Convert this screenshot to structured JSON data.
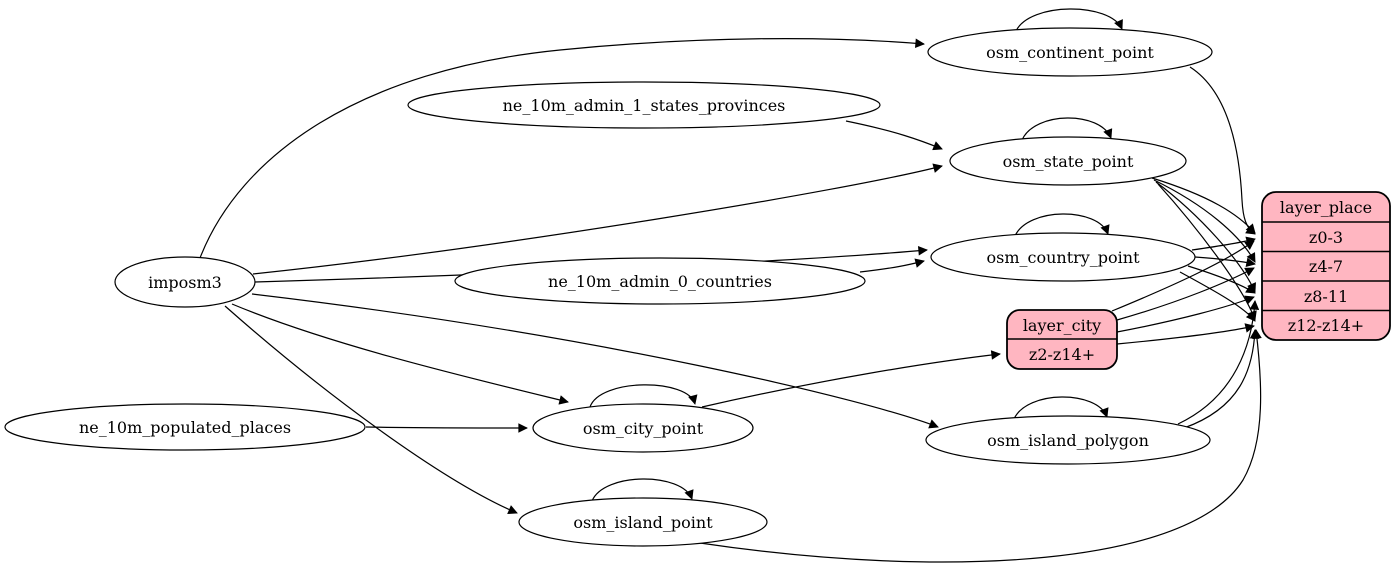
{
  "diagram": {
    "kind": "etl-dependency-graph",
    "colors": {
      "background": "#ffffff",
      "node_fill": "#ffffff",
      "record_fill": "#ffb6c1",
      "stroke": "#000000"
    },
    "nodes": [
      {
        "id": "imposm3",
        "label": "imposm3",
        "shape": "ellipse"
      },
      {
        "id": "ne_10m_admin_1_states_provinces",
        "label": "ne_10m_admin_1_states_provinces",
        "shape": "ellipse"
      },
      {
        "id": "ne_10m_admin_0_countries",
        "label": "ne_10m_admin_0_countries",
        "shape": "ellipse"
      },
      {
        "id": "ne_10m_populated_places",
        "label": "ne_10m_populated_places",
        "shape": "ellipse"
      },
      {
        "id": "osm_continent_point",
        "label": "osm_continent_point",
        "shape": "ellipse"
      },
      {
        "id": "osm_state_point",
        "label": "osm_state_point",
        "shape": "ellipse"
      },
      {
        "id": "osm_country_point",
        "label": "osm_country_point",
        "shape": "ellipse"
      },
      {
        "id": "osm_city_point",
        "label": "osm_city_point",
        "shape": "ellipse"
      },
      {
        "id": "osm_island_polygon",
        "label": "osm_island_polygon",
        "shape": "ellipse"
      },
      {
        "id": "osm_island_point",
        "label": "osm_island_point",
        "shape": "ellipse"
      }
    ],
    "record_nodes": [
      {
        "id": "layer_city",
        "title": "layer_city",
        "rows": [
          "z2-z14+"
        ]
      },
      {
        "id": "layer_place",
        "title": "layer_place",
        "rows": [
          "z0-3",
          "z4-7",
          "z8-11",
          "z12-z14+"
        ]
      }
    ],
    "edges": [
      {
        "from": "imposm3",
        "to": "osm_continent_point"
      },
      {
        "from": "imposm3",
        "to": "osm_state_point"
      },
      {
        "from": "imposm3",
        "to": "osm_country_point"
      },
      {
        "from": "imposm3",
        "to": "osm_city_point"
      },
      {
        "from": "imposm3",
        "to": "osm_island_polygon"
      },
      {
        "from": "imposm3",
        "to": "osm_island_point"
      },
      {
        "from": "ne_10m_admin_1_states_provinces",
        "to": "osm_state_point"
      },
      {
        "from": "ne_10m_admin_0_countries",
        "to": "osm_country_point"
      },
      {
        "from": "ne_10m_populated_places",
        "to": "osm_city_point"
      },
      {
        "from": "osm_continent_point",
        "to": "osm_continent_point"
      },
      {
        "from": "osm_state_point",
        "to": "osm_state_point"
      },
      {
        "from": "osm_country_point",
        "to": "osm_country_point"
      },
      {
        "from": "osm_city_point",
        "to": "osm_city_point"
      },
      {
        "from": "osm_island_polygon",
        "to": "osm_island_polygon"
      },
      {
        "from": "osm_island_point",
        "to": "osm_island_point"
      },
      {
        "from": "osm_continent_point",
        "to": "layer_place:z0-3"
      },
      {
        "from": "osm_state_point",
        "to": "layer_place:z0-3"
      },
      {
        "from": "osm_state_point",
        "to": "layer_place:z4-7"
      },
      {
        "from": "osm_state_point",
        "to": "layer_place:z8-11"
      },
      {
        "from": "osm_state_point",
        "to": "layer_place:z12-z14+"
      },
      {
        "from": "osm_country_point",
        "to": "layer_place:z0-3"
      },
      {
        "from": "osm_country_point",
        "to": "layer_place:z4-7"
      },
      {
        "from": "osm_country_point",
        "to": "layer_place:z8-11"
      },
      {
        "from": "osm_country_point",
        "to": "layer_place:z12-z14+"
      },
      {
        "from": "osm_city_point",
        "to": "layer_city:z2-z14+"
      },
      {
        "from": "layer_city",
        "to": "layer_place:z0-3"
      },
      {
        "from": "layer_city",
        "to": "layer_place:z4-7"
      },
      {
        "from": "layer_city",
        "to": "layer_place:z8-11"
      },
      {
        "from": "layer_city",
        "to": "layer_place:z12-z14+"
      },
      {
        "from": "osm_island_polygon",
        "to": "layer_place:z8-11"
      },
      {
        "from": "osm_island_polygon",
        "to": "layer_place:z12-z14+"
      },
      {
        "from": "osm_island_point",
        "to": "layer_place:z12-z14+"
      }
    ]
  }
}
